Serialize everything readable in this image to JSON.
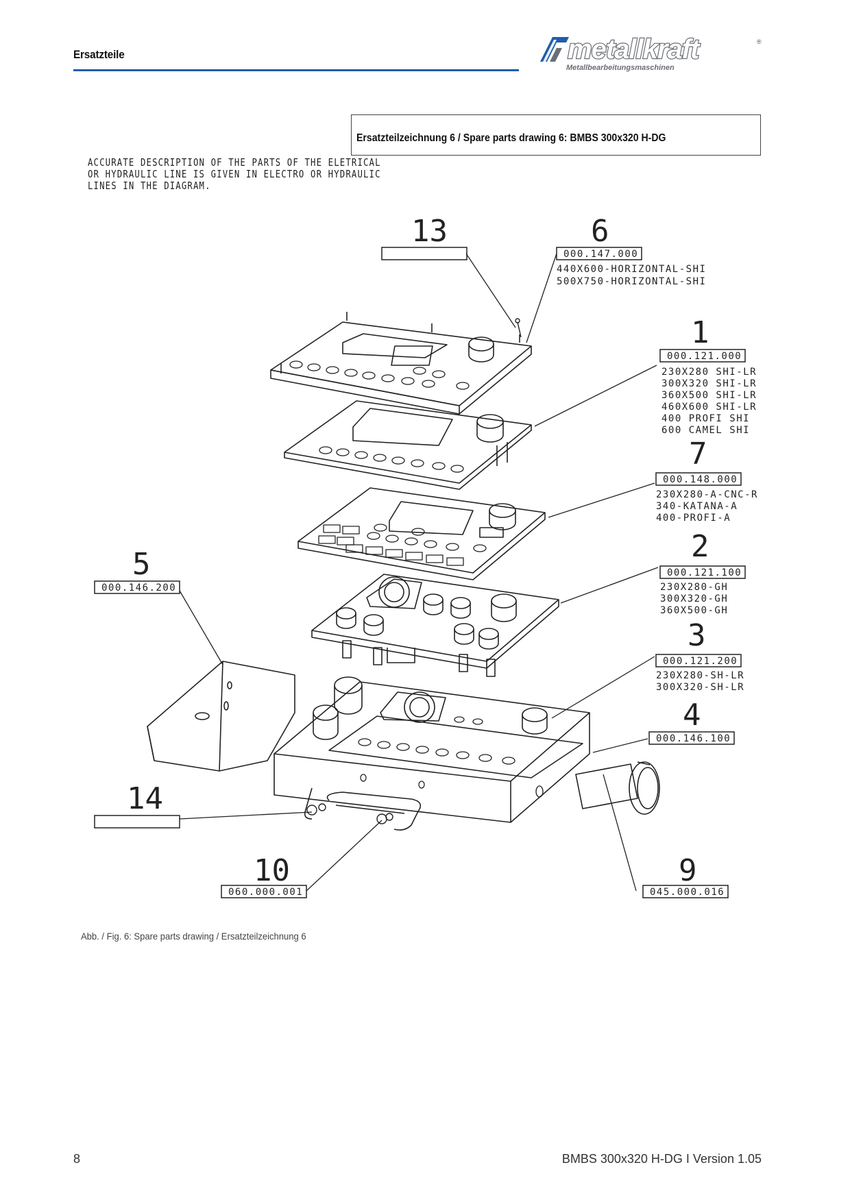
{
  "header": {
    "section_title": "Ersatzteile",
    "logo_text": "metallkraft",
    "logo_registered": "®",
    "logo_tagline": "Metallbearbeitungsmaschinen",
    "accent_color": "#1f5ea8"
  },
  "drawing": {
    "title": "Ersatzteilzeichnung 6 / Spare parts drawing 6: BMBS 300x320 H-DG",
    "note_lines": [
      "ACCURATE DESCRIPTION OF THE PARTS OF THE ELETRICAL",
      "OR HYDRAULIC LINE IS GIVEN IN ELECTRO OR HYDRAULIC",
      "LINES IN THE DIAGRAM."
    ],
    "callouts": {
      "c13": {
        "number": "13",
        "part": ""
      },
      "c6": {
        "number": "6",
        "part": "000.147.000",
        "variants": [
          "440X600-HORIZONTAL-SHI",
          "500X750-HORIZONTAL-SHI"
        ]
      },
      "c1": {
        "number": "1",
        "part": "000.121.000",
        "variants": [
          "230X280 SHI-LR",
          "300X320 SHI-LR",
          "360X500 SHI-LR",
          "460X600 SHI-LR",
          "400 PROFI SHI",
          "600 CAMEL SHI"
        ]
      },
      "c7": {
        "number": "7",
        "part": "000.148.000",
        "variants": [
          "230X280-A-CNC-R",
          "340-KATANA-A",
          "400-PROFI-A"
        ]
      },
      "c2": {
        "number": "2",
        "part": "000.121.100",
        "variants": [
          "230X280-GH",
          "300X320-GH",
          "360X500-GH"
        ]
      },
      "c3": {
        "number": "3",
        "part": "000.121.200",
        "variants": [
          "230X280-SH-LR",
          "300X320-SH-LR"
        ]
      },
      "c4": {
        "number": "4",
        "part": "000.146.100"
      },
      "c5": {
        "number": "5",
        "part": "000.146.200"
      },
      "c14": {
        "number": "14",
        "part": ""
      },
      "c10": {
        "number": "10",
        "part": "060.000.001"
      },
      "c9": {
        "number": "9",
        "part": "045.000.016"
      }
    }
  },
  "caption": "Abb. / Fig. 6: Spare parts drawing / Ersatzteilzeichnung 6",
  "footer": {
    "page_number": "8",
    "doc_version": "BMBS 300x320 H-DG I Version 1.05"
  }
}
